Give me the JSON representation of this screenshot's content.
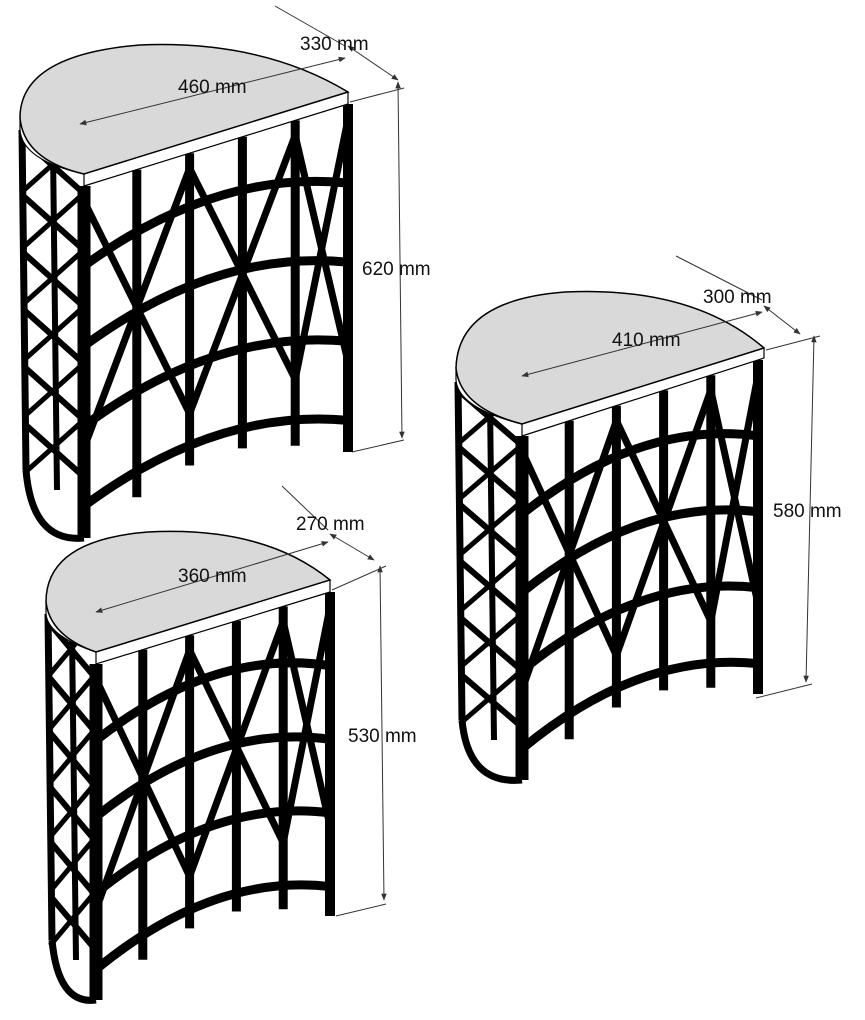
{
  "colors": {
    "frame": "#000000",
    "tabletop": "#d9d9d9",
    "dimension": "#333333",
    "background": "#ffffff"
  },
  "tables": [
    {
      "size": "large",
      "width_label": "460 mm",
      "depth_label": "330 mm",
      "height_label": "620 mm"
    },
    {
      "size": "medium",
      "width_label": "410 mm",
      "depth_label": "300 mm",
      "height_label": "580 mm"
    },
    {
      "size": "small",
      "width_label": "360 mm",
      "depth_label": "270 mm",
      "height_label": "530 mm"
    }
  ]
}
